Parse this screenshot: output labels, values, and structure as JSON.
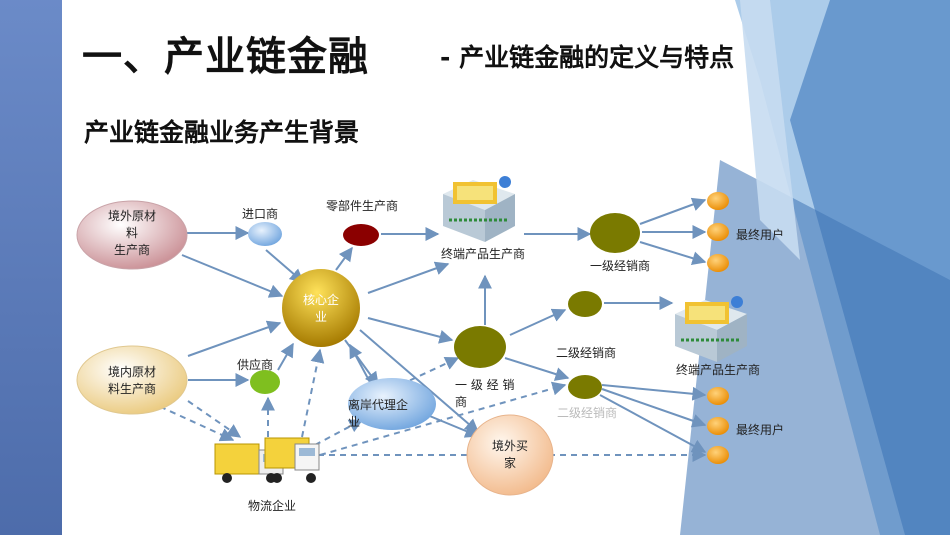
{
  "title": {
    "main": "一、产业链金融",
    "sub": "- 产业链金融的定义与特点"
  },
  "subtitle": "产业链金融业务产生背景",
  "diagram": {
    "nodes": {
      "foreign_raw": [
        "境外原材",
        "料",
        "生产商"
      ],
      "domestic_raw": [
        "境内原材",
        "料生产商"
      ],
      "importer": "进口商",
      "parts_maker": "零部件生产商",
      "core": [
        "核心企",
        "业"
      ],
      "supplier": "供应商",
      "logistics": "物流企业",
      "offshore_agent": [
        "离岸代理企",
        "业"
      ],
      "end_product_top": "终端产品生产商",
      "distributor1_top": "一级经销商",
      "end_user_top": "最终用户",
      "distributor1_mid": [
        "一 级 经 销",
        "商"
      ],
      "distributor2": "二级经销商",
      "end_product_mid": "终端产品生产商",
      "distributor2_faded": "二级经销商",
      "end_user_bottom": "最终用户",
      "foreign_buyer": [
        "境外买",
        "家"
      ]
    },
    "colors": {
      "pink": "#d9a3a8",
      "cream": "#f3dfae",
      "light_blue": "#9cc4ee",
      "dark_red": "#8b0000",
      "gold": "#c89c00",
      "green": "#7fbf1f",
      "olive": "#7a7a00",
      "orange": "#f29b0a",
      "arrow": "#6f93bd",
      "bg_blue": "#2f6aa8"
    }
  }
}
